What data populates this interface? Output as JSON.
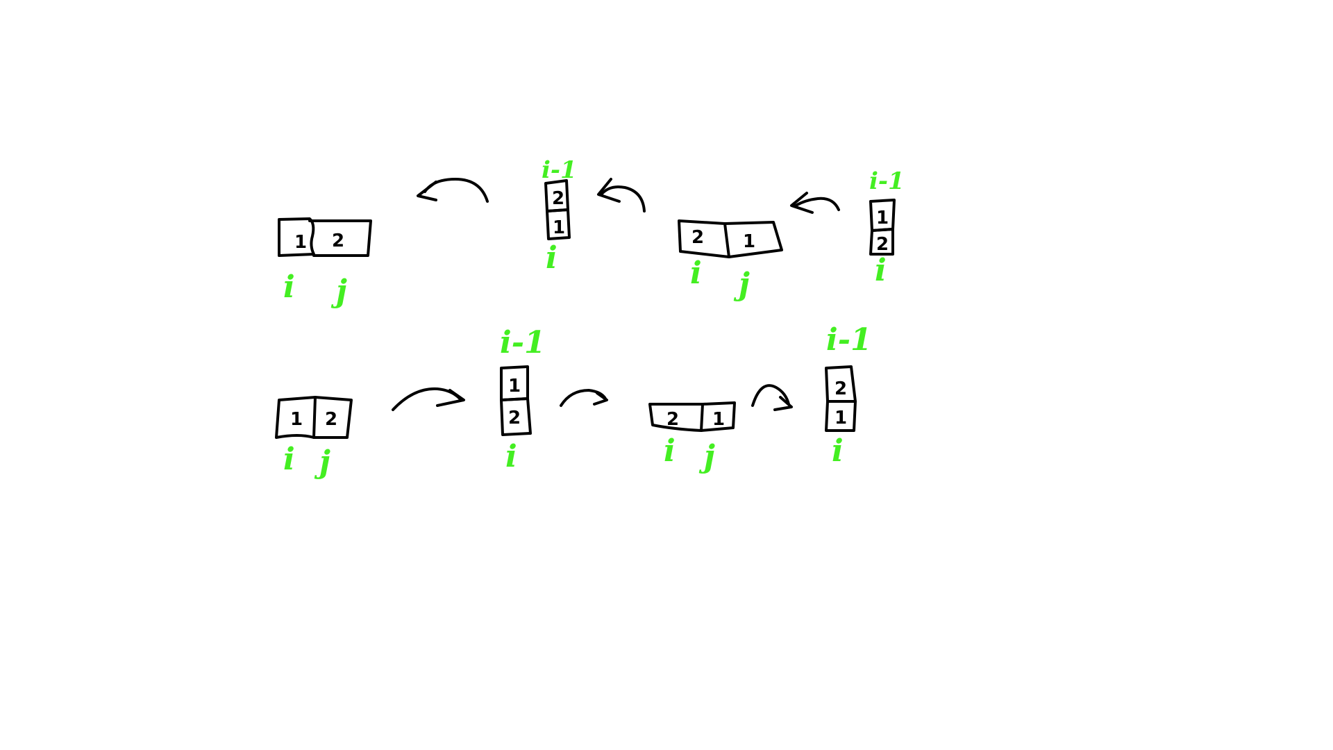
{
  "colors": {
    "background": "#ffffff",
    "ink": "#000000",
    "index_label": "#44ee22"
  },
  "top_row": {
    "pair_1": {
      "cells": [
        "1",
        "2"
      ],
      "labels": [
        "i",
        "j"
      ]
    },
    "stack_1": {
      "cells": [
        "2",
        "1"
      ],
      "top_label": "i-1",
      "bottom_label": "i"
    },
    "pair_2": {
      "cells": [
        "2",
        "1"
      ],
      "labels": [
        "i",
        "j"
      ]
    },
    "stack_2": {
      "cells": [
        "1",
        "2"
      ],
      "top_label": "i-1",
      "bottom_label": "i"
    }
  },
  "bottom_row": {
    "pair_1": {
      "cells": [
        "1",
        "2"
      ],
      "labels": [
        "i",
        "j"
      ]
    },
    "stack_1": {
      "cells": [
        "1",
        "2"
      ],
      "top_label": "i-1",
      "bottom_label": "i"
    },
    "pair_2": {
      "cells": [
        "2",
        "1"
      ],
      "labels": [
        "i",
        "j"
      ]
    },
    "stack_2": {
      "cells": [
        "2",
        "1"
      ],
      "top_label": "i-1",
      "bottom_label": "i"
    }
  }
}
